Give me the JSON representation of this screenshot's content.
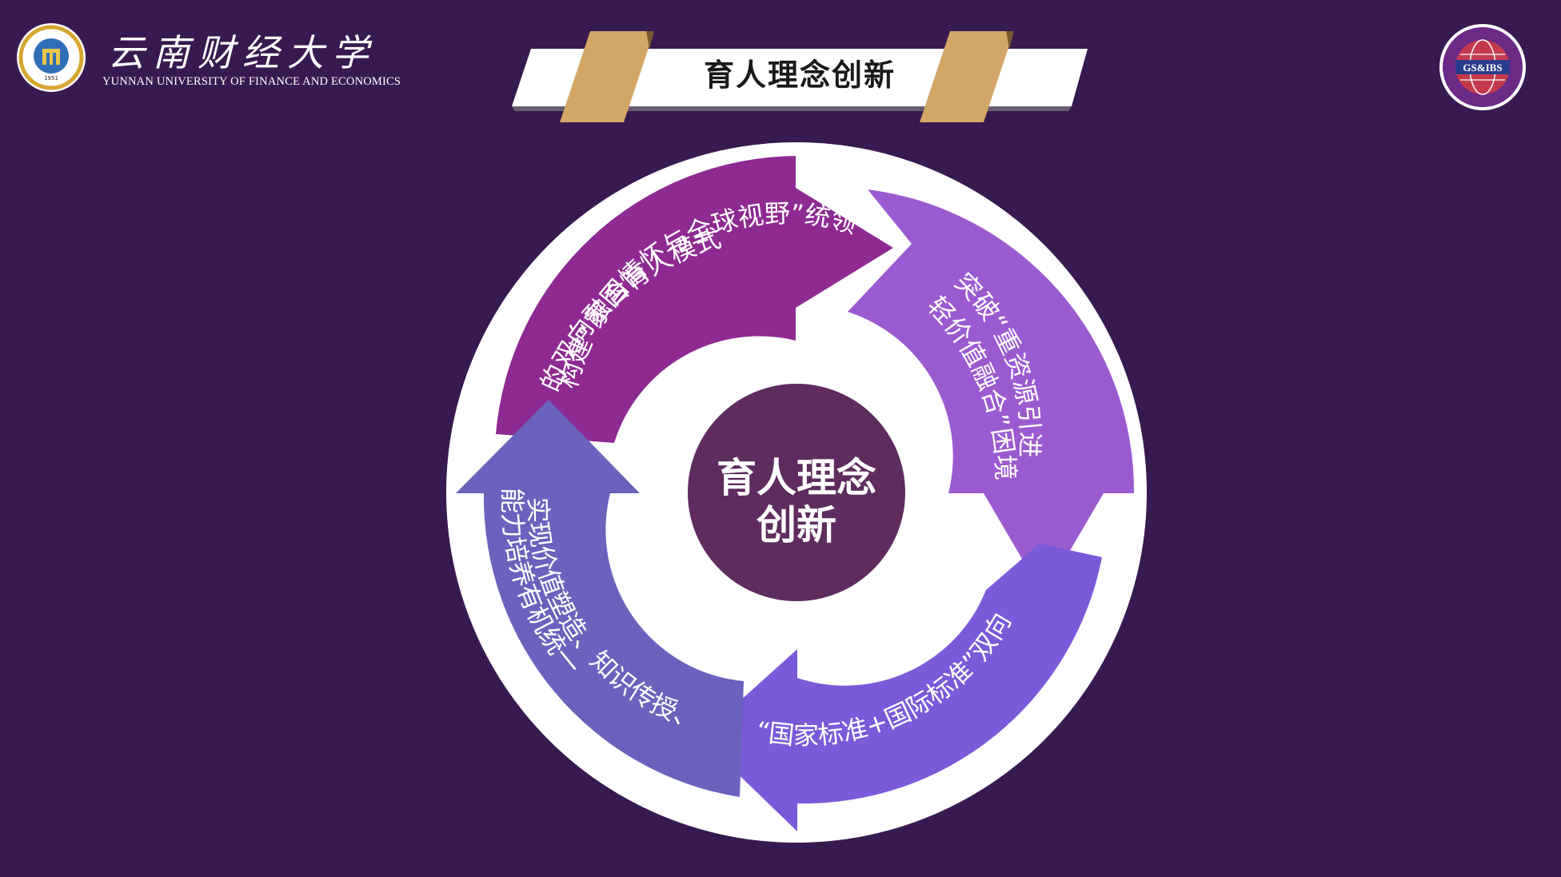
{
  "header": {
    "university_cn": "云南财经大学",
    "university_en": "YUNNAN UNIVERSITY OF FINANCE AND ECONOMICS",
    "seal_year": "1951",
    "partner_logo_text": "GS&IBS",
    "title": "育人理念创新"
  },
  "diagram": {
    "center": {
      "line1": "育人理念",
      "line2": "创新"
    },
    "segments": [
      {
        "line1": "构建“家国情怀与全球视野”统领下",
        "line2": "的双向融合育人模式",
        "color": "#8e2a92"
      },
      {
        "line1": "突破“重资源引进、",
        "line2": "轻价值融合”困境",
        "color": "#9b5bd0"
      },
      {
        "line1": "“国家标准+国际标准”双向融合",
        "line2": "",
        "color": "#7a5ad8"
      },
      {
        "line1": "实现价值塑造、知识传授、",
        "line2": "能力培养有机统一",
        "color": "#6a62bc"
      }
    ],
    "colors": {
      "background": "#371a4f",
      "ring": "#ffffff",
      "center": "#5e2c5e",
      "ribbon": "#d2a766"
    }
  }
}
